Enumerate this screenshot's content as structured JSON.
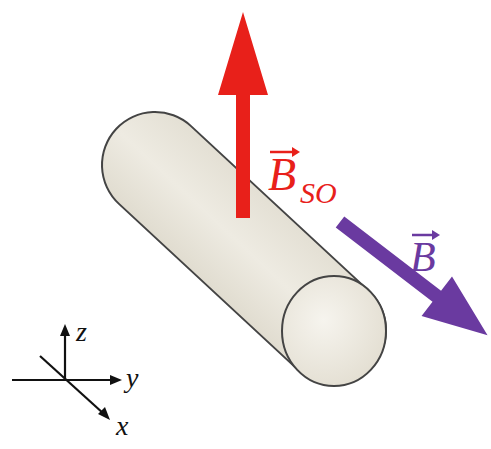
{
  "diagram": {
    "labels": [
      "B",
      "SO",
      "B",
      "z",
      "y",
      "x"
    ]
  }
}
